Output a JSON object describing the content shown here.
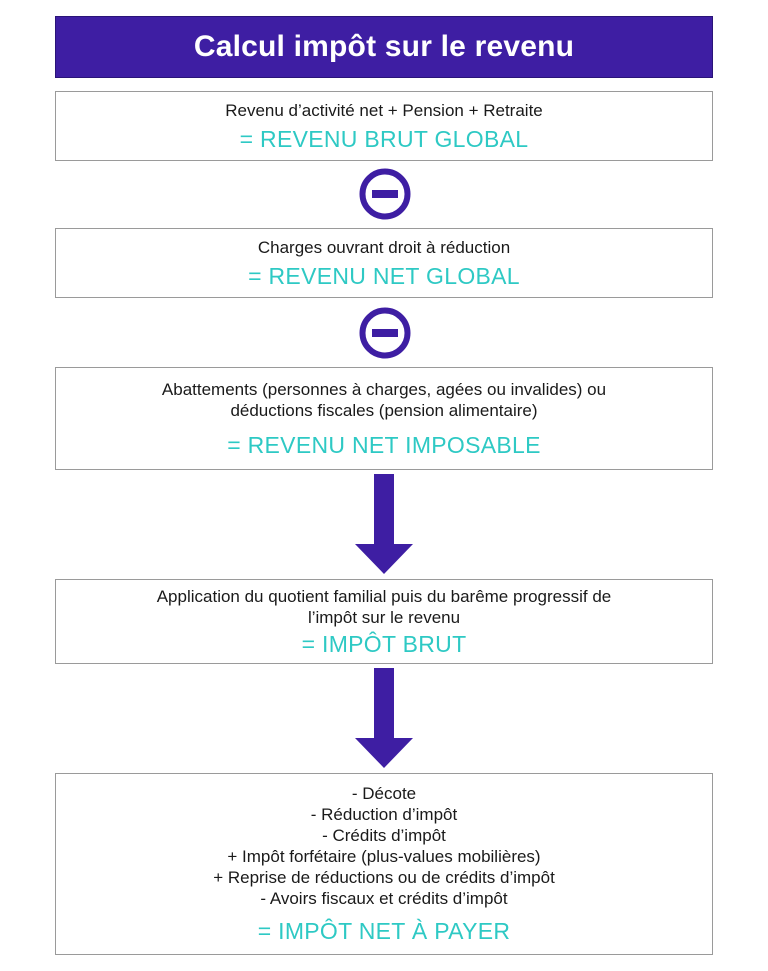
{
  "title": "Calcul impôt sur le revenu",
  "colors": {
    "accent": "#3e1ea3",
    "result": "#2ec9c4",
    "text": "#1a1a1a",
    "border": "#9a9a9a"
  },
  "steps": [
    {
      "lines": [
        "Revenu d’activité net + Pension + Retraite"
      ],
      "result": "= REVENU BRUT GLOBAL"
    },
    {
      "lines": [
        "Charges ouvrant droit à réduction"
      ],
      "result": "= REVENU NET GLOBAL"
    },
    {
      "lines": [
        "Abattements (personnes à charges, agées ou invalides) ou",
        "déductions fiscales (pension alimentaire)"
      ],
      "result": "= REVENU NET IMPOSABLE"
    },
    {
      "lines": [
        "Application du quotient familial puis du barême progressif de",
        "l’impôt sur le revenu"
      ],
      "result": "= IMPÔT BRUT"
    },
    {
      "lines": [
        "- Décote",
        "- Réduction d’impôt",
        "- Crédits d’impôt",
        "+ Impôt forfétaire (plus-values mobilières)",
        "+ Reprise de réductions ou de crédits d’impôt",
        "- Avoirs fiscaux et crédits d’impôt"
      ],
      "result": "= IMPÔT NET À PAYER"
    }
  ],
  "connectors": [
    "minus-icon",
    "minus-icon",
    "down-arrow-icon",
    "down-arrow-icon"
  ]
}
